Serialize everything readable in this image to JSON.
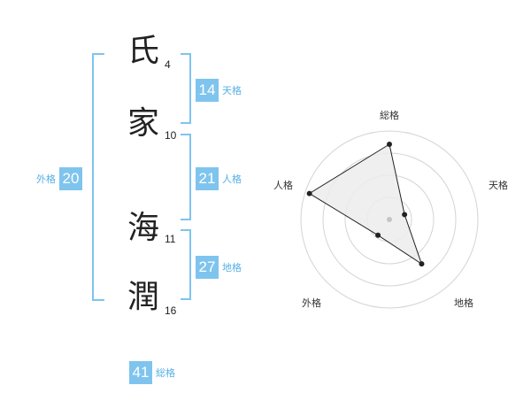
{
  "name": {
    "characters": [
      {
        "char": "氏",
        "strokes": "4"
      },
      {
        "char": "家",
        "strokes": "10"
      },
      {
        "char": "海",
        "strokes": "11"
      },
      {
        "char": "潤",
        "strokes": "16"
      }
    ]
  },
  "scores": {
    "tenkaku": {
      "value": "14",
      "label": "天格"
    },
    "jinkaku": {
      "value": "21",
      "label": "人格"
    },
    "chikaku": {
      "value": "27",
      "label": "地格"
    },
    "gaikaku": {
      "value": "20",
      "label": "外格"
    },
    "soukaku": {
      "value": "41",
      "label": "総格"
    }
  },
  "radar": {
    "axes": [
      "総格",
      "天格",
      "地格",
      "外格",
      "人格"
    ],
    "values": [
      0.85,
      0.18,
      0.62,
      0.22,
      0.95
    ],
    "rings": 4,
    "colors": {
      "ring": "#d4d4d4",
      "fill": "#ececec",
      "line": "#222222",
      "center": "#c4c4c4"
    }
  },
  "colors": {
    "accent": "#7fc4ee",
    "accent_text": "#56b0e6"
  }
}
